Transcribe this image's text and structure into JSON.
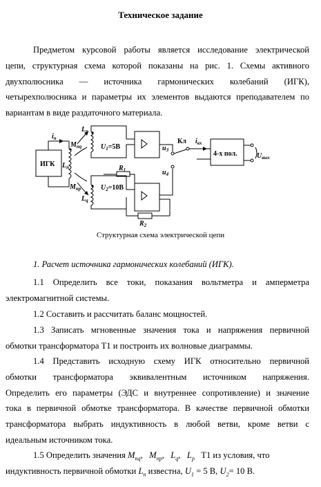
{
  "document": {
    "title": "Техническое задание",
    "intro_lines": [
      "Предметом курсовой работы является исследование электрической",
      "цепи, структурная схема которой показаны на рис. 1. Схемы активного",
      "двухполюсника — источника гармонических колебаний (ИГК),",
      "четырехполюсника и параметры их элементов выдаются преподавателем по",
      "вариантам в виде раздаточного материала."
    ],
    "figure": {
      "caption": "Структурная схема электрической цепи",
      "labels": {
        "source": "ИГК",
        "i_n": "i",
        "i_n_sub": "п",
        "L_n": "L",
        "L_n_sub": "п",
        "M_pq": "M",
        "M_pq_sub": "пq",
        "M_pr": "M",
        "M_pr_sub": "пр",
        "L_p": "L",
        "L_p_sub": "р",
        "L_q": "L",
        "L_q_sub": "q",
        "U1": "U",
        "U1_sub": "1",
        "U1_val": "=5В",
        "U2": "U",
        "U2_sub": "2",
        "U2_val": "=10В",
        "R1": "R",
        "R1_sub": "1",
        "R2": "R",
        "R2_sub": "2",
        "u3": "u",
        "u3_sub": "3",
        "u4": "u",
        "u4_sub": "4",
        "switch": "Кл",
        "i_in": "i",
        "i_in_sub": "вх",
        "quadripole": "4-х пол.",
        "U_out": "U",
        "U_out_sub": "вых"
      }
    },
    "section_1": "1. Расчет источника гармонических колебаний (ИГК).",
    "items": [
      {
        "lines": [
          "1.1 Определить все токи, показания вольтметра и амперметра",
          "электромагнитной системы."
        ]
      },
      {
        "lines": [
          "1.2 Составить и рассчитать баланс мощностей."
        ]
      },
      {
        "lines": [
          "1.3 Записать мгновенные значения тока и напряжения первичной",
          "обмотки трансформатора Т1 и построить их волновые диаграммы."
        ]
      },
      {
        "lines": [
          "1.4 Представить исходную схему ИГК относительно первичной",
          "обмотки трансформатора эквивалентным источником напряжения.",
          "Определить его параметры (ЭДС и внутреннее сопротивление) и значение",
          "тока в первичной обмотке трансформатора. В качестве первичной обмотки",
          "трансформатора выбрать индуктивность в любой ветви, кроме ветви с",
          "идеальным источником тока."
        ]
      }
    ],
    "item_15": {
      "line1_a": "1.5 Определить значения ",
      "line1_vars": [
        "M",
        "пq",
        "M",
        "пр",
        "L",
        "q",
        "L",
        "р"
      ],
      "line1_b": "Т1 из условия, что",
      "line2_a": "индуктивность первичной обмотки ",
      "line2_var": "L",
      "line2_sub": "п",
      "line2_b": " известна, ",
      "line2_u1": "U",
      "line2_u1_sub": "1",
      "line2_u1_val": " = 5 В, ",
      "line2_u2": "U",
      "line2_u2_sub": "2",
      "line2_u2_val": "= 10 В."
    }
  }
}
